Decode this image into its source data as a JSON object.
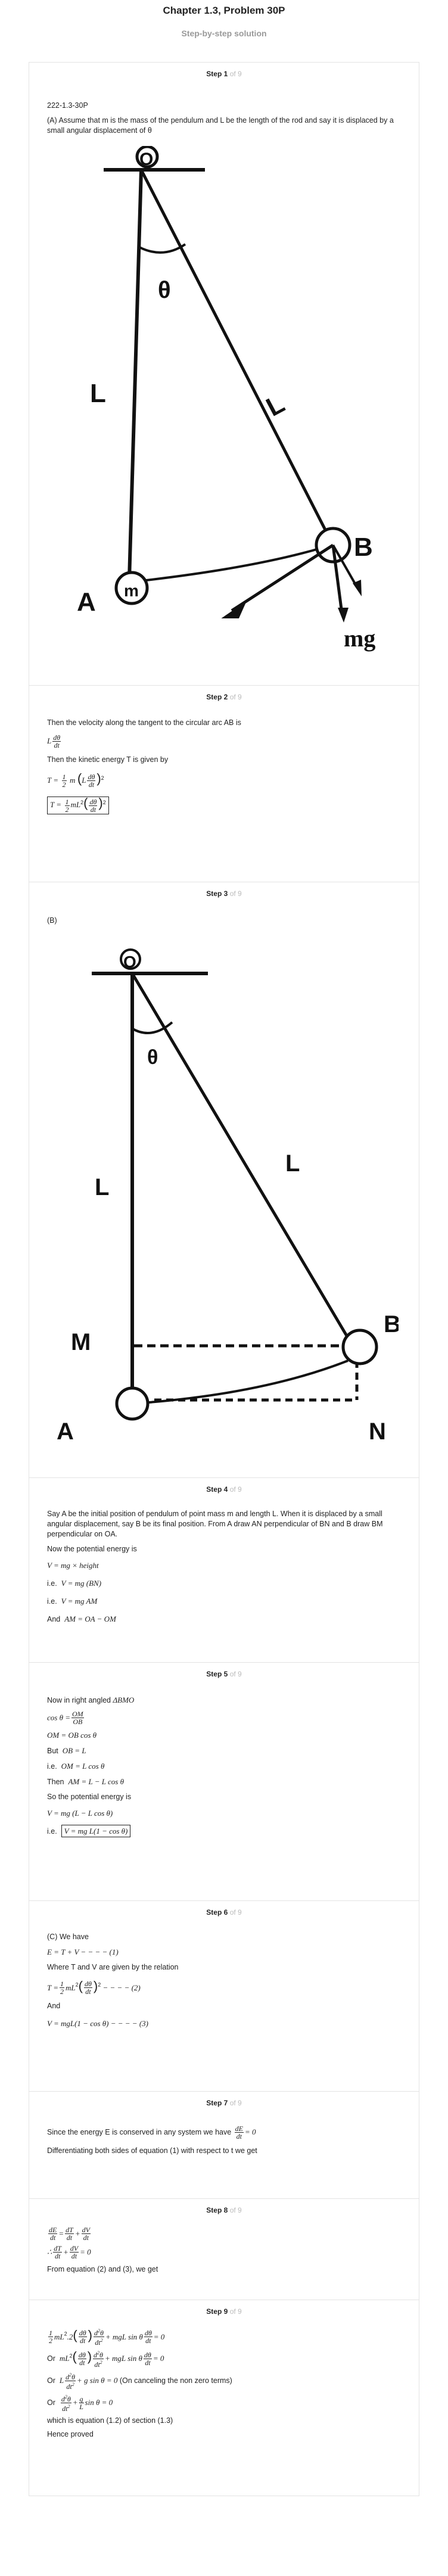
{
  "header": {
    "title": "Chapter 1.3, Problem 30P",
    "subtitle": "Step-by-step solution"
  },
  "step_word": "Step",
  "of_word": "of 9",
  "steps": [
    {
      "n": "1",
      "lines": [
        "222-1.3-30P",
        "(A) Assume that m is the mass of the pendulum and L be the length of the rod and say it is displaced by a small angular displacement of θ"
      ]
    },
    {
      "n": "2",
      "lines": [
        "Then the velocity along the tangent to the circular arc AB is",
        "Then the kinetic energy T is given by"
      ]
    },
    {
      "n": "3",
      "lines": [
        "(B)"
      ]
    },
    {
      "n": "4",
      "lines": [
        "Say A be the initial position of pendulum of point mass m and length L. When it is displaced by a small angular displacement, say B be its final position. From A draw AN perpendicular of BN and B draw BM perpendicular on OA.",
        "Now the potential energy is",
        "i.e.",
        "i.e.",
        "And"
      ]
    },
    {
      "n": "5",
      "lines": [
        "Now in right angled",
        "But",
        "i.e.",
        "Then",
        "So the potential energy is",
        "i.e."
      ]
    },
    {
      "n": "6",
      "lines": [
        "(C) We have",
        "Where T and V are given by the relation",
        "And"
      ]
    },
    {
      "n": "7",
      "lines": [
        "Since the energy E is conserved in any system we have",
        "Differentiating both sides of equation (1) with respect to t we get"
      ]
    },
    {
      "n": "8",
      "lines": [
        "From equation (2) and (3), we get"
      ]
    },
    {
      "n": "9",
      "lines": [
        "Or",
        "Or",
        "(On canceling the non zero terms)",
        "Or",
        "which is equation (1.2) of section (1.3)",
        "Hence proved"
      ]
    }
  ],
  "diagram1": {
    "labels": [
      "O",
      "L",
      "L",
      "A",
      "m",
      "B",
      "mg",
      "θ"
    ]
  },
  "diagram2": {
    "labels": [
      "O",
      "L",
      "L",
      "M",
      "B",
      "A",
      "N",
      "θ"
    ]
  },
  "math": {
    "s2a": "L",
    "s2b_lhs": "T =",
    "s2b_half": "1",
    "s2b_two": "2",
    "s4a": "V = mg × height",
    "s4b": "V = mg (BN)",
    "s4c": "V = mg  AM",
    "s4d": "AM = OA − OM",
    "s5a": "ΔBMO",
    "s5b_lhs": "cos θ =",
    "s5b_num": "OM",
    "s5b_den": "OB",
    "s5c": "OM = OB cos θ",
    "s5d": "OB = L",
    "s5e": "OM = L cos θ",
    "s5f": "AM = L − L cos θ",
    "s5g": "V = mg (L − L cos θ)",
    "s5h": "V = mg L(1 − cos θ)",
    "s6a": "E = T + V − − − − (1)",
    "s6c": "V = mgL(1 − cos θ) − − − − (3)",
    "s7a": "= 0",
    "s9tail": "= 0"
  }
}
